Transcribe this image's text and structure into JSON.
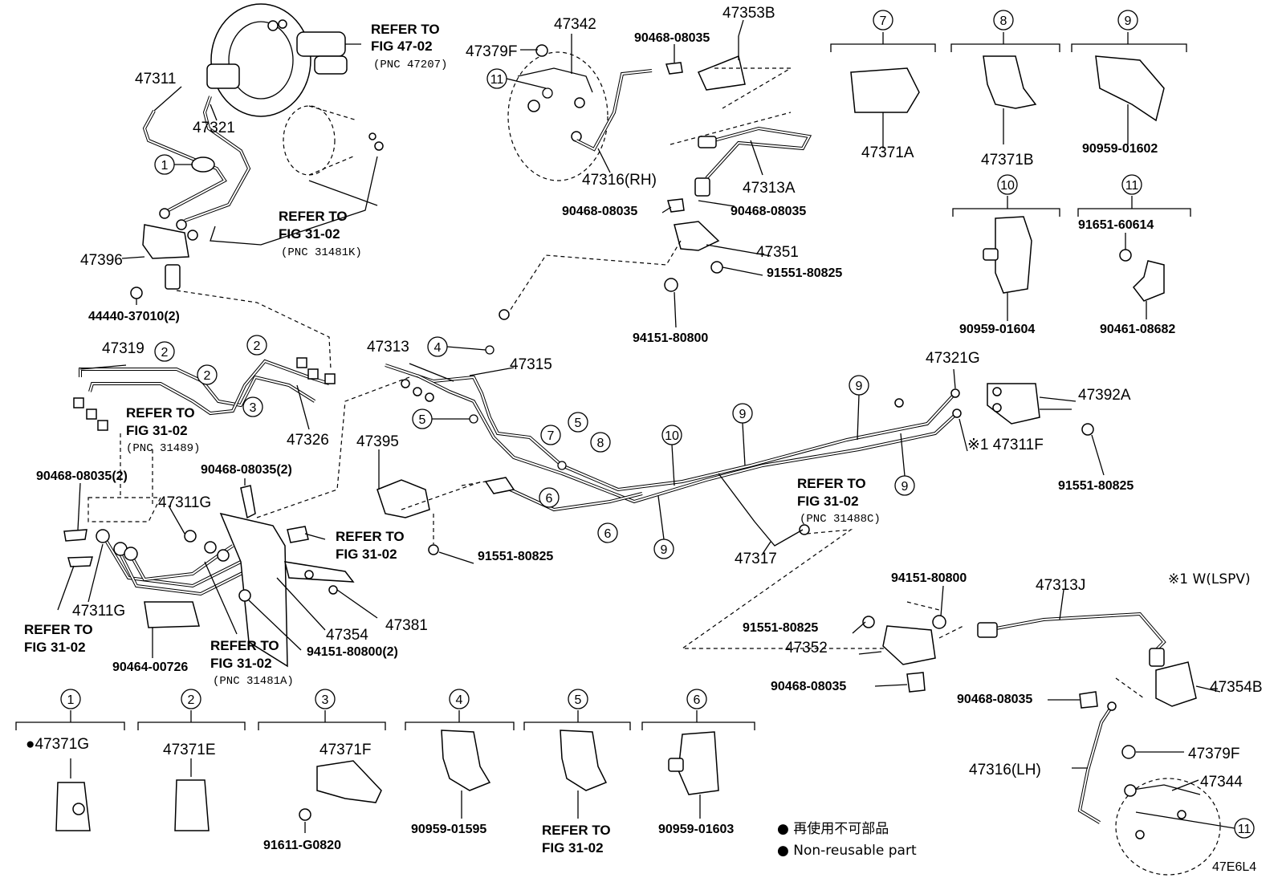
{
  "labels": {
    "p47311": "47311",
    "p47321": "47321",
    "ref4702": "REFER TO",
    "ref4702b": "FIG 47-02",
    "ref4702c": "(PNC 47207)",
    "ref3102a": "REFER TO",
    "ref3102ab": "FIG 31-02",
    "ref3102ac": "(PNC 31481K)",
    "p47396": "47396",
    "p44440": "44440-37010(2)",
    "p47319": "47319",
    "p47326": "47326",
    "ref31489": "REFER TO",
    "ref31489b": "FIG 31-02",
    "ref31489c": "(PNC 31489)",
    "p90468x2a": "90468-08035(2)",
    "p90468x2b": "90468-08035(2)",
    "p47311G1": "47311G",
    "p47311G2": "47311G",
    "refL1": "REFER TO",
    "refL1b": "FIG 31-02",
    "p90464": "90464-00726",
    "ref31481A": "REFER TO",
    "ref31481Ab": "FIG 31-02",
    "ref31481Ac": "(PNC 31481A)",
    "p47354": "47354",
    "p47381": "47381",
    "p94151x2": "94151-80800(2)",
    "refM": "REFER TO",
    "refMb": "FIG 31-02",
    "p47379F": "47379F",
    "p47342": "47342",
    "p47353B": "47353B",
    "p90468a": "90468-08035",
    "p47316RH": "47316(RH)",
    "p47313A": "47313A",
    "p90468b": "90468-08035",
    "p90468c": "90468-08035",
    "p47351": "47351",
    "p91551a": "91551-80825",
    "p94151a": "94151-80800",
    "p47313": "47313",
    "p47315": "47315",
    "p47395": "47395",
    "p91551b": "91551-80825",
    "p47317": "47317",
    "ref31488C": "REFER TO",
    "ref31488Cb": "FIG 31-02",
    "ref31488Cc": "(PNC 31488C)",
    "p47321G": "47321G",
    "p47392A": "47392A",
    "p47311F": "※1 47311F",
    "p91551c": "91551-80825",
    "p47371A": "47371A",
    "p47371B": "47371B",
    "p90959_01602": "90959-01602",
    "p91651": "91651-60614",
    "p90959_01604": "90959-01604",
    "p90461": "90461-08682",
    "p94151b": "94151-80800",
    "p91551d": "91551-80825",
    "p47352": "47352",
    "p90468d": "90468-08035",
    "p47313J": "47313J",
    "note1": "※1 W(LSPV)",
    "p47354B": "47354B",
    "p90468e": "90468-08035",
    "p47379F2": "47379F",
    "p47316LH": "47316(LH)",
    "p47344": "47344",
    "p47371G": "●47371G",
    "p47371E": "47371E",
    "p47371F": "47371F",
    "p91611": "91611-G0820",
    "p90959_01595": "90959-01595",
    "refB": "REFER TO",
    "refBb": "FIG 31-02",
    "p90959_01603": "90959-01603",
    "legend_jp": "● 再使用不可部品",
    "legend_en": "● Non-reusable part",
    "code": "47E6L4"
  },
  "circles": {
    "c1": "1",
    "c2": "2",
    "c3": "3",
    "c4": "4",
    "c5": "5",
    "c6": "6",
    "c7": "7",
    "c8": "8",
    "c9": "9",
    "c10": "10",
    "c11": "11"
  }
}
